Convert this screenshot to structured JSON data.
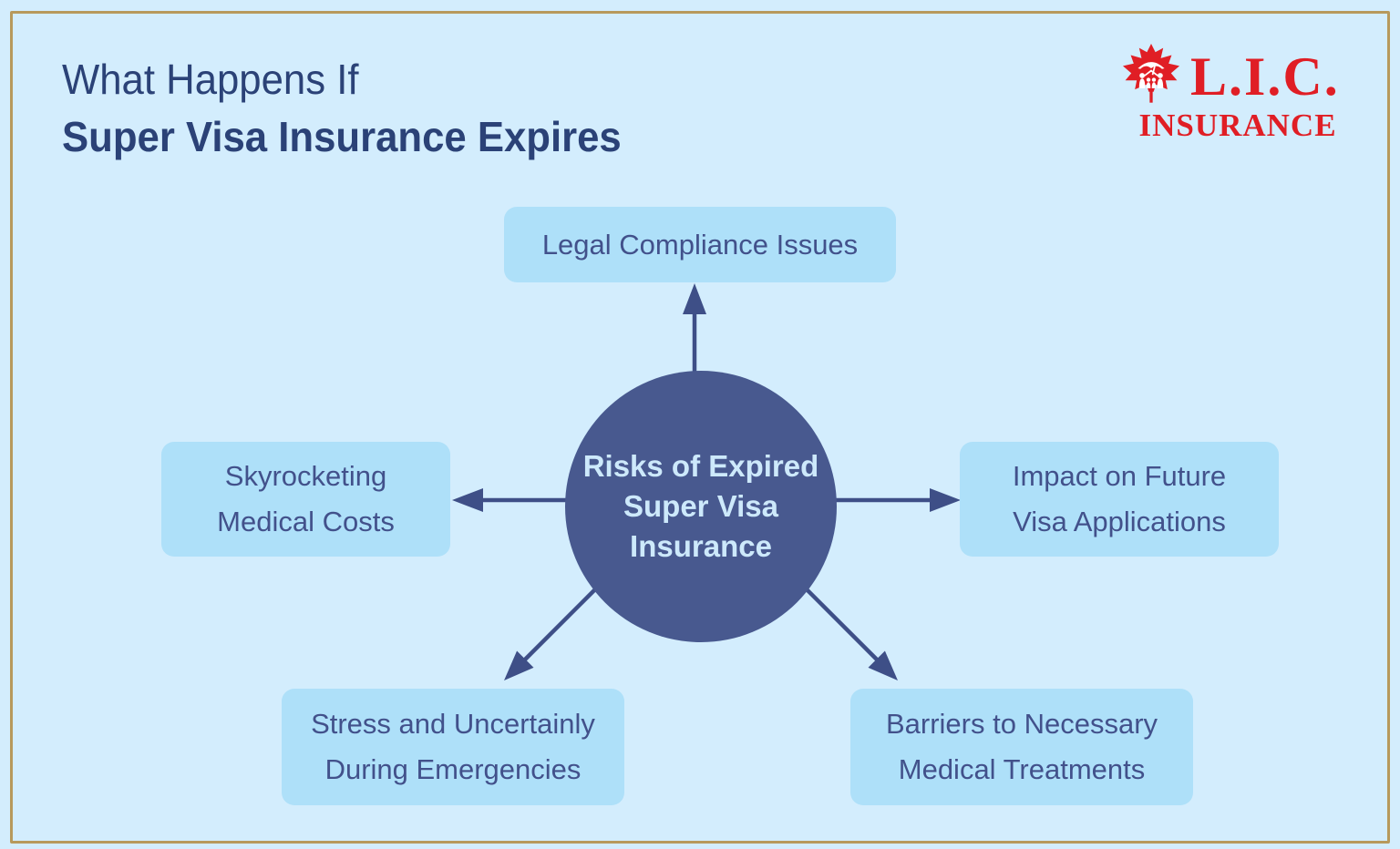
{
  "title": {
    "line1": "What Happens If",
    "line2": "Super Visa Insurance Expires"
  },
  "logo": {
    "acronym": "L.I.C.",
    "word": "INSURANCE"
  },
  "center_node": {
    "line1": "Risks of Expired",
    "line2": "Super Visa",
    "line3": "Insurance"
  },
  "nodes": {
    "top": {
      "label": "Legal Compliance Issues"
    },
    "left": {
      "line1": "Skyrocketing",
      "line2": "Medical Costs"
    },
    "right": {
      "line1": "Impact on Future",
      "line2": "Visa Applications"
    },
    "bottom_left": {
      "line1": "Stress and Uncertainly",
      "line2": "During Emergencies"
    },
    "bottom_right": {
      "line1": "Barriers to Necessary",
      "line2": "Medical Treatments"
    }
  },
  "icons": {
    "logo_icon": "maple-leaf-with-family"
  },
  "colors": {
    "background": "#d3edfd",
    "frame_border": "#b7995c",
    "box_fill": "#aee0f9",
    "box_text": "#42518b",
    "circle_fill": "#48598f",
    "circle_text": "#cde9fb",
    "arrow": "#3e4f87",
    "title_text": "#2b4277",
    "logo_red": "#e01e25"
  }
}
